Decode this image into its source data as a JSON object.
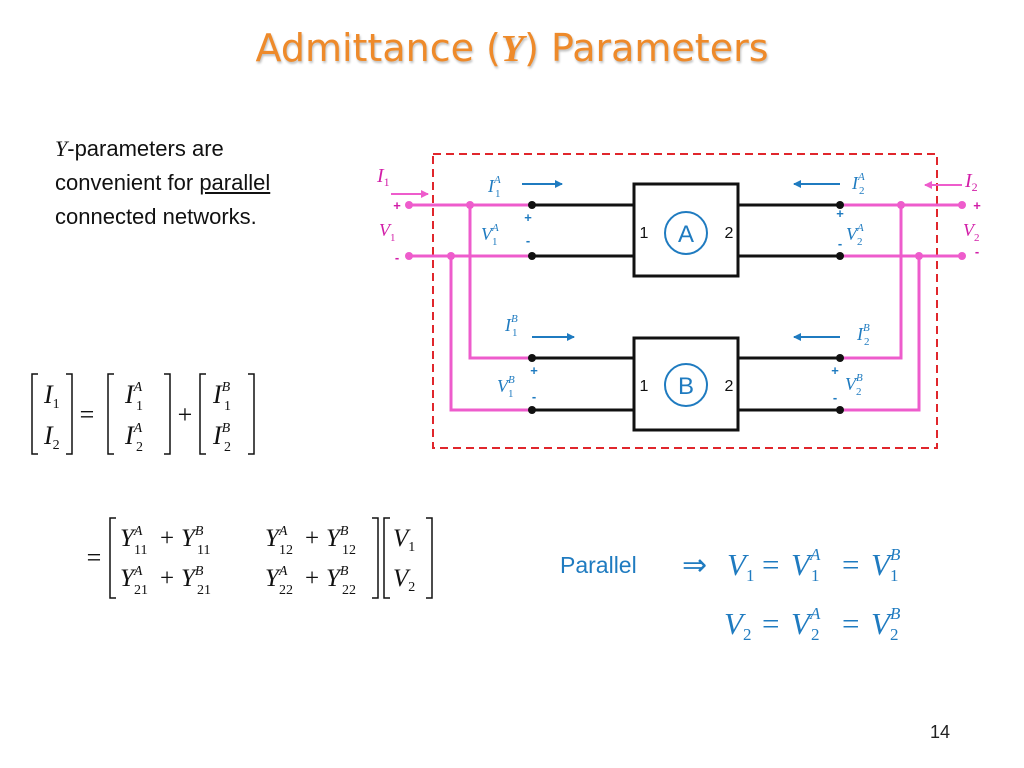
{
  "title": {
    "prefix": "Admittance (",
    "symbol": "Y",
    "suffix": ") Parameters"
  },
  "intro": {
    "symbol": "Y",
    "rest1": "-parameters are convenient for ",
    "underlined": "parallel",
    "rest2": " connected networks."
  },
  "page_number": "14",
  "diagram": {
    "network_a": {
      "label": "A",
      "port1": "1",
      "port2": "2"
    },
    "network_b": {
      "label": "B",
      "port1": "1",
      "port2": "2"
    },
    "plus": "+",
    "minus": "-",
    "sym": {
      "I": "I",
      "V": "V",
      "Y": "Y",
      "one": "1",
      "two": "2",
      "A": "A",
      "B": "B",
      "sub11": "11",
      "sub12": "12",
      "sub21": "21",
      "sub22": "22"
    }
  },
  "parallel_label": "Parallel",
  "ops": {
    "eq": "=",
    "plus": "+",
    "implies": "⇒"
  },
  "colors": {
    "title": "#ee8a2a",
    "pink": "#ee5ccc",
    "blue": "#1f7bc0",
    "dash_red": "#e0262c",
    "pink_text": "#d21ea8",
    "black": "#111111"
  }
}
